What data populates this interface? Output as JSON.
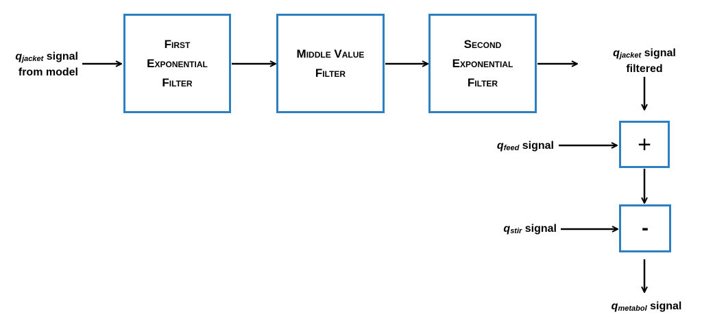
{
  "diagram": {
    "filters": [
      {
        "label": "First Exponential Filter"
      },
      {
        "label": "Middle Value Filter"
      },
      {
        "label": "Second Exponential Filter"
      }
    ],
    "input": {
      "symbol": "q",
      "subscript": "jacket",
      "suffix": "signal",
      "line2": "from model"
    },
    "filtered": {
      "symbol": "q",
      "subscript": "jacket",
      "suffix": "signal",
      "line2": "filtered"
    },
    "feed": {
      "symbol": "q",
      "subscript": "feed",
      "suffix": "signal"
    },
    "stir": {
      "symbol": "q",
      "subscript": "stir",
      "suffix": "signal"
    },
    "output": {
      "symbol": "q",
      "subscript": "metabol",
      "suffix": "signal"
    },
    "plus_op": "+",
    "minus_op": "-",
    "colors": {
      "box_border": "#2e7fc2",
      "arrow": "#000000"
    }
  }
}
